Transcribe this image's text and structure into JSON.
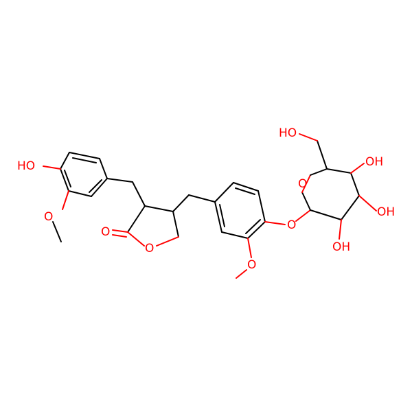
{
  "molecule": {
    "atom_color_oxygen": "#ff0000",
    "bond_color": "#000000",
    "labels": {
      "phenol_oh": "HO",
      "methoxy_left_o": "O",
      "carbonyl_o": "O",
      "ring_o_lactone": "O",
      "methoxy_right_o": "O",
      "glycoside_o": "O",
      "sugar_ring_o": "O",
      "ch2oh": "HO",
      "sugar_oh_top": "OH",
      "sugar_oh_mid": "OH",
      "sugar_oh_bottom": "OH"
    }
  }
}
